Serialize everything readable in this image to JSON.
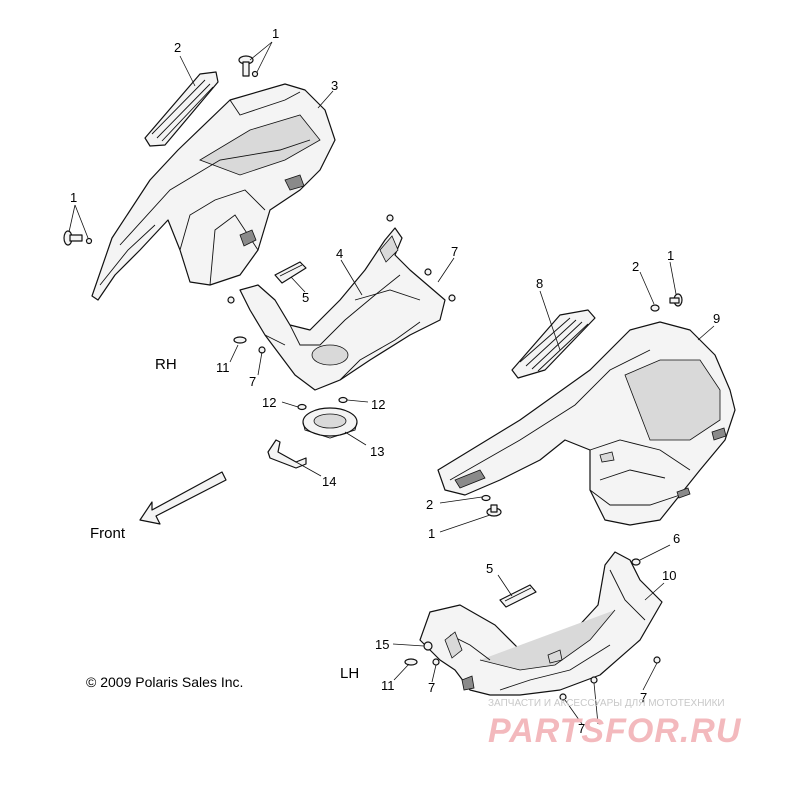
{
  "labels": {
    "rh": "RH",
    "lh": "LH",
    "front": "Front",
    "copyright": "© 2009 Polaris Sales Inc."
  },
  "callouts": [
    {
      "id": "c1a",
      "text": "1"
    },
    {
      "id": "c2a",
      "text": "2"
    },
    {
      "id": "c3",
      "text": "3"
    },
    {
      "id": "c1b",
      "text": "1"
    },
    {
      "id": "c4",
      "text": "4"
    },
    {
      "id": "c7a",
      "text": "7"
    },
    {
      "id": "c5a",
      "text": "5"
    },
    {
      "id": "c11a",
      "text": "11"
    },
    {
      "id": "c7b",
      "text": "7"
    },
    {
      "id": "c12a",
      "text": "12"
    },
    {
      "id": "c12b",
      "text": "12"
    },
    {
      "id": "c13",
      "text": "13"
    },
    {
      "id": "c14",
      "text": "14"
    },
    {
      "id": "c8",
      "text": "8"
    },
    {
      "id": "c2b",
      "text": "2"
    },
    {
      "id": "c1c",
      "text": "1"
    },
    {
      "id": "c9",
      "text": "9"
    },
    {
      "id": "c2c",
      "text": "2"
    },
    {
      "id": "c1d",
      "text": "1"
    },
    {
      "id": "c6",
      "text": "6"
    },
    {
      "id": "c5b",
      "text": "5"
    },
    {
      "id": "c10",
      "text": "10"
    },
    {
      "id": "c15",
      "text": "15"
    },
    {
      "id": "c11b",
      "text": "11"
    },
    {
      "id": "c7c",
      "text": "7"
    },
    {
      "id": "c7d",
      "text": "7"
    },
    {
      "id": "c7e",
      "text": "7"
    }
  ],
  "watermark": {
    "line1": "ЗАПЧАСТИ И АКСЕССУАРЫ ДЛЯ МОТОТЕХНИКИ",
    "line2": "PARTSFOR.RU"
  }
}
